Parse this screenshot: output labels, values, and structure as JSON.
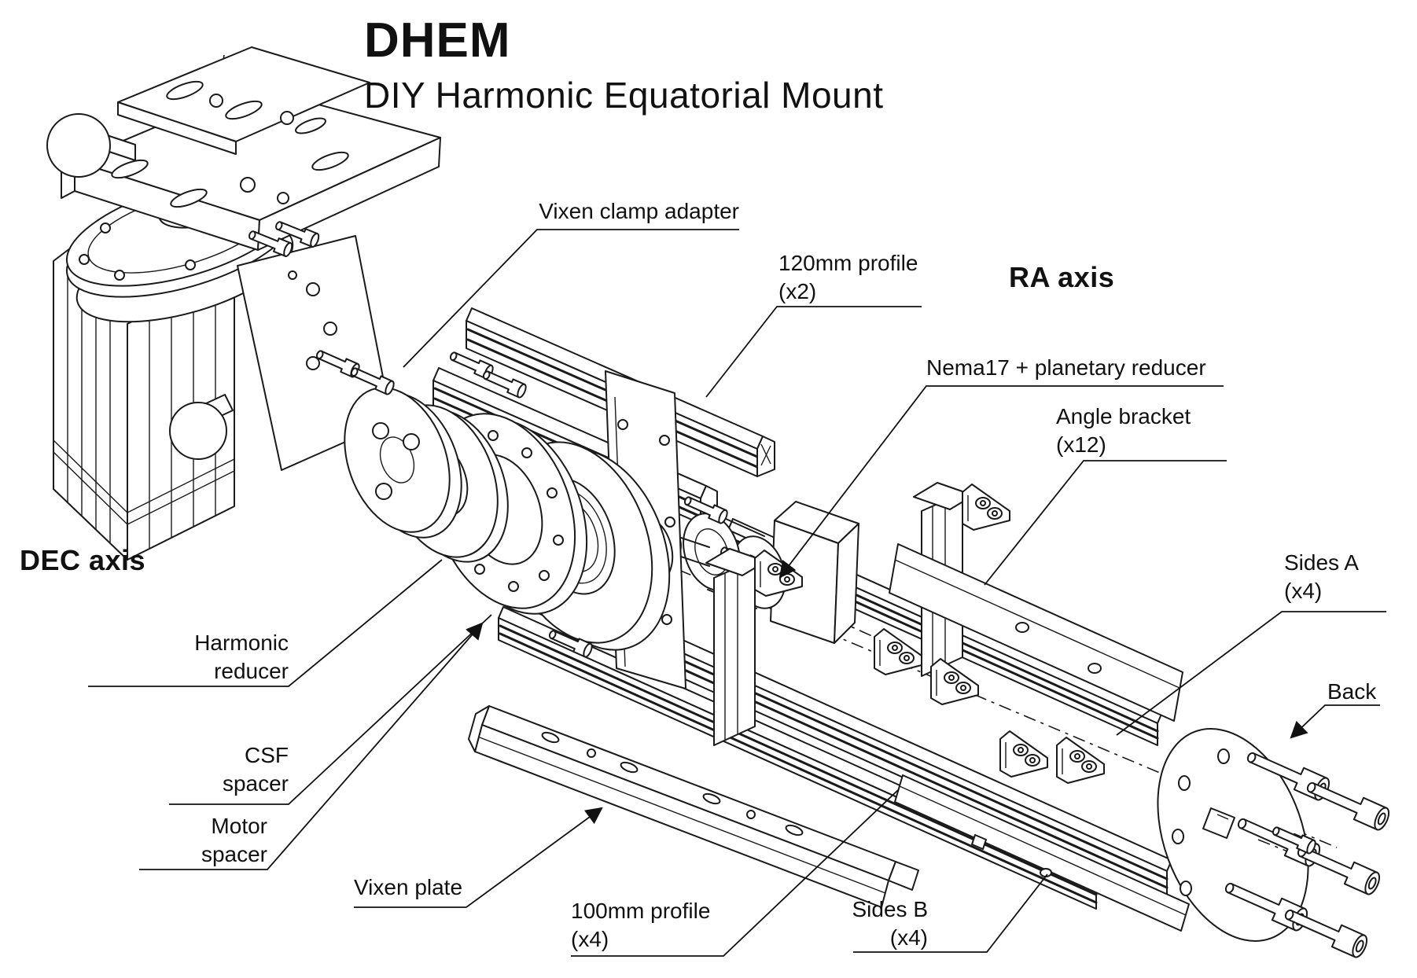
{
  "title": {
    "text": "DHEM",
    "subtitle": "DIY Harmonic Equatorial Mount"
  },
  "axis_labels": {
    "dec": "DEC axis",
    "ra": "RA axis"
  },
  "callouts": {
    "vixen_clamp_adapter": "Vixen clamp adapter",
    "profile_120": "120mm profile\n(x2)",
    "nema17_planetary_reducer": "Nema17 + planetary reducer",
    "angle_bracket": "Angle bracket\n(x12)",
    "harmonic_reducer": "Harmonic\nreducer",
    "csf_spacer": "CSF\nspacer",
    "motor_spacer": "Motor\nspacer",
    "vixen_plate": "Vixen plate",
    "profile_100": "100mm profile\n(x4)",
    "sides_b": "Sides B\n(x4)",
    "sides_a": "Sides A\n(x4)",
    "back": "Back"
  },
  "colors": {
    "ink": "#111111",
    "line_work": "#1a1a1a",
    "background": "#ffffff"
  }
}
